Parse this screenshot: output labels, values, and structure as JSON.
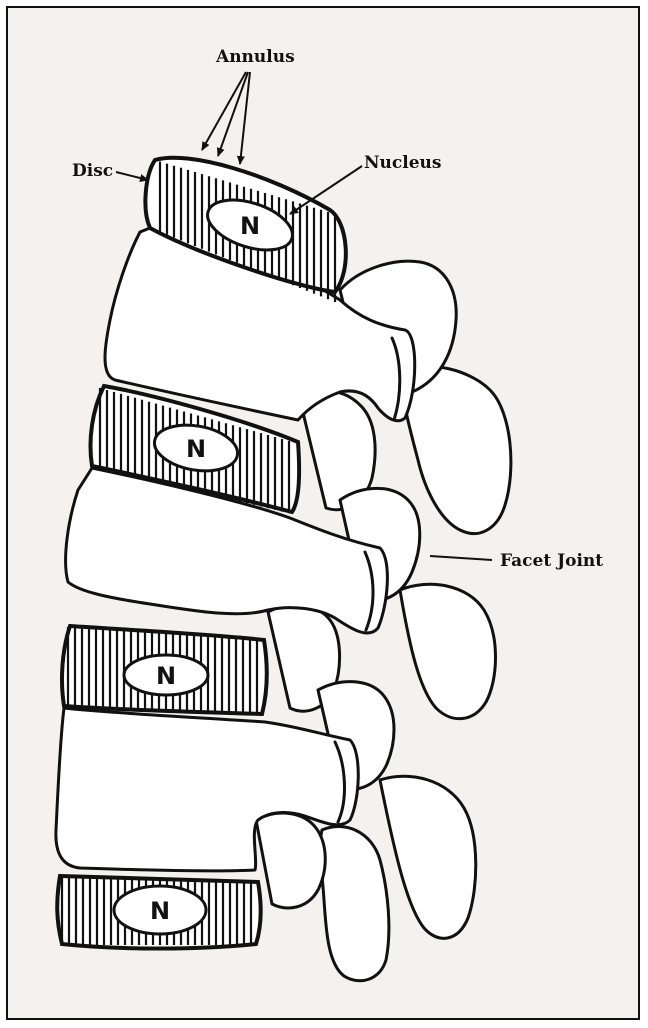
{
  "labels": {
    "annulus": "Annulus",
    "disc": "Disc",
    "nucleus": "Nucleus",
    "facet_joint": "Facet Joint"
  },
  "nucleus_letter": "N",
  "colors": {
    "ink": "#111111",
    "paper": "#f3f2ef",
    "bone": "#ffffff"
  }
}
